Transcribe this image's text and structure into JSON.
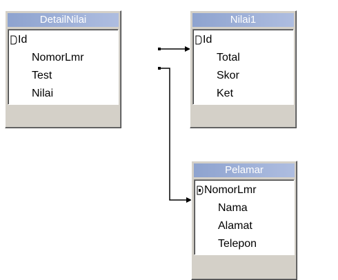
{
  "tables": [
    {
      "title": "DetailNilai",
      "fields": [
        {
          "label": "Id",
          "primary_key": true
        },
        {
          "label": "NomorLmr",
          "primary_key": false
        },
        {
          "label": "Test",
          "primary_key": false
        },
        {
          "label": "Nilai",
          "primary_key": false
        }
      ]
    },
    {
      "title": "Nilai1",
      "fields": [
        {
          "label": "Id",
          "primary_key": true
        },
        {
          "label": "Total",
          "primary_key": false
        },
        {
          "label": "Skor",
          "primary_key": false
        },
        {
          "label": "Ket",
          "primary_key": false
        }
      ]
    },
    {
      "title": "Pelamar",
      "fields": [
        {
          "label": "NomorLmr",
          "primary_key": true
        },
        {
          "label": "Nama",
          "primary_key": false
        },
        {
          "label": "Alamat",
          "primary_key": false
        },
        {
          "label": "Telepon",
          "primary_key": false
        }
      ]
    }
  ],
  "relationships": [
    {
      "from": "DetailNilai.Id",
      "to": "Nilai1.Id"
    },
    {
      "from": "DetailNilai.NomorLmr",
      "to": "Pelamar.NomorLmr"
    }
  ],
  "colors": {
    "title_bar": "#9caed8",
    "window_face": "#d4d0c8",
    "line": "#000000"
  }
}
